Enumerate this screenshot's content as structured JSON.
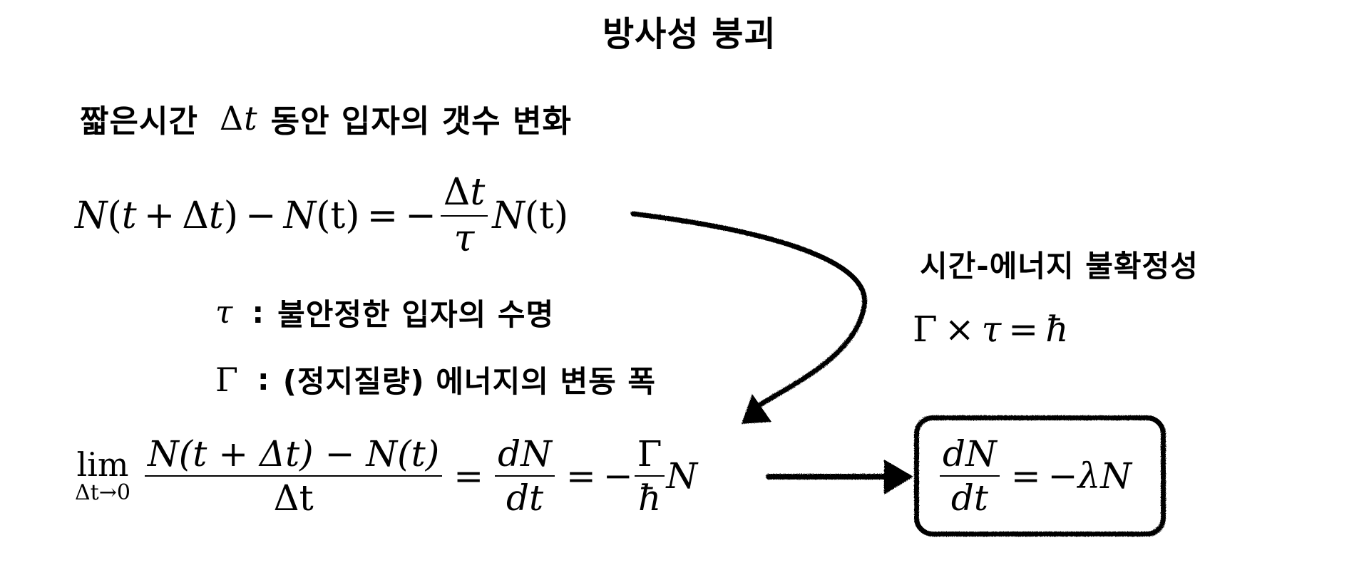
{
  "title": "방사성 붕괴",
  "subtitle": {
    "prefix": "짧은시간",
    "symbol_delta": "Δ",
    "symbol_t": "t",
    "suffix": "동안 입자의 갯수 변화"
  },
  "equation1": {
    "lhs_N1": "N",
    "lhs_arg1_open": "(",
    "lhs_t": "t",
    "lhs_plus": "+",
    "lhs_delta": "Δ",
    "lhs_t2": "t",
    "lhs_arg1_close": ")",
    "minus": "−",
    "lhs_N2": "N",
    "lhs_arg2": "(t)",
    "equals": "=",
    "neg": "−",
    "frac_num_delta": "Δ",
    "frac_num_t": "t",
    "frac_den": "τ",
    "rhs_N": "N",
    "rhs_arg": "(t)"
  },
  "definitions": [
    {
      "symbol": "τ",
      "colon": ":",
      "text": "불안정한 입자의 수명"
    },
    {
      "symbol": "Γ",
      "colon": ":",
      "text": "(정지질량) 에너지의 변동 폭"
    }
  ],
  "uncertainty": {
    "heading": "시간-에너지 불확정성",
    "eq_gamma": "Γ",
    "eq_times": "×",
    "eq_tau": "τ",
    "eq_equals": "=",
    "eq_hbar": "ħ"
  },
  "equation2": {
    "lim_word": "lim",
    "lim_sub": "Δt→0",
    "frac1_num": "N(t + Δt) − N(t)",
    "frac1_den": "Δt",
    "eq1": "=",
    "frac2_num": "dN",
    "frac2_den": "dt",
    "eq2": "=",
    "neg": "−",
    "frac3_num": "Γ",
    "frac3_den": "ħ",
    "tail": "N"
  },
  "result_box": {
    "frac_num": "dN",
    "frac_den": "dt",
    "equals": "=",
    "rhs": "−λN"
  },
  "colors": {
    "ink": "#000000",
    "background": "#ffffff"
  }
}
